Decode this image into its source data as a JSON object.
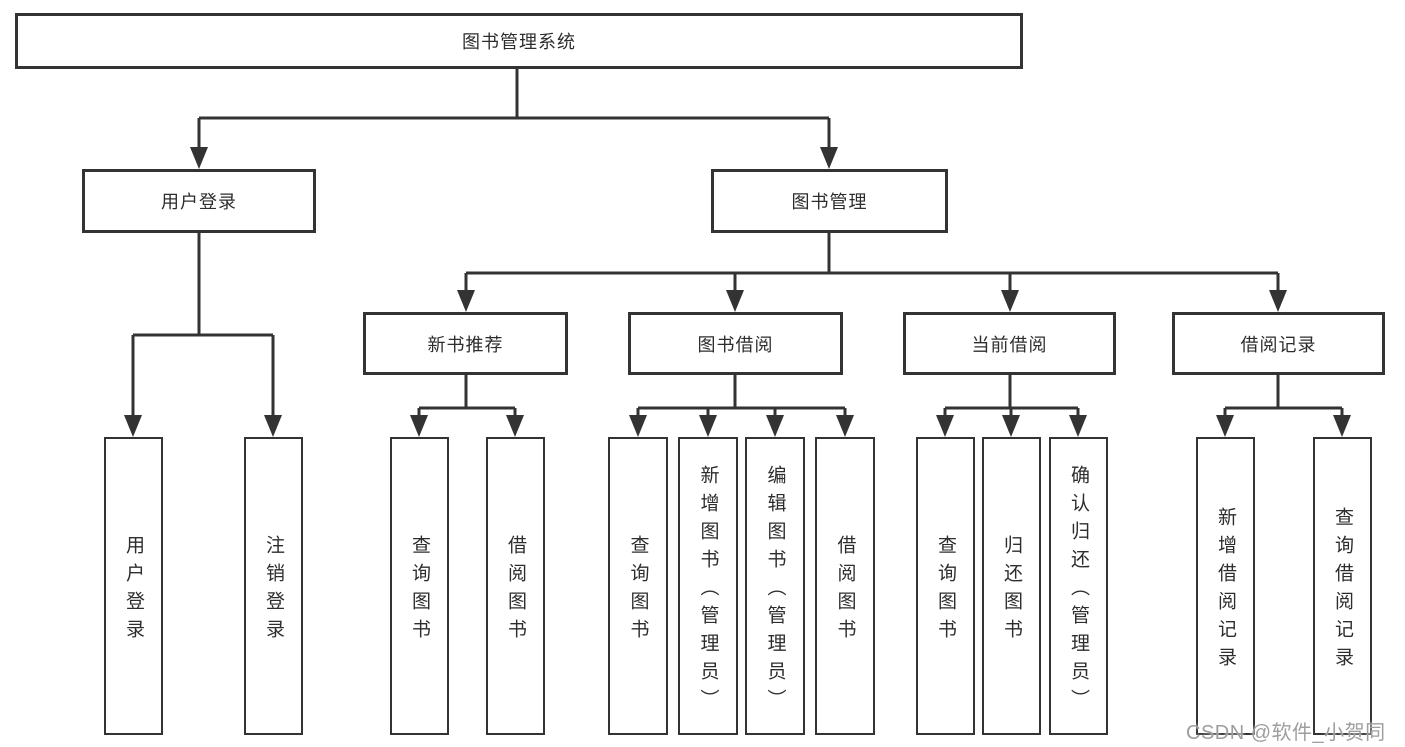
{
  "diagram": {
    "title": "图书管理系统",
    "groups": [
      {
        "label": "用户登录",
        "children": [
          {
            "label": "用户登录"
          },
          {
            "label": "注销登录"
          }
        ]
      },
      {
        "label": "图书管理",
        "sections": [
          {
            "label": "新书推荐",
            "children": [
              {
                "label": "查询图书"
              },
              {
                "label": "借阅图书"
              }
            ]
          },
          {
            "label": "图书借阅",
            "children": [
              {
                "label": "查询图书"
              },
              {
                "label": "新增图书（管理员）"
              },
              {
                "label": "编辑图书（管理员）"
              },
              {
                "label": "借阅图书"
              }
            ]
          },
          {
            "label": "当前借阅",
            "children": [
              {
                "label": "查询图书"
              },
              {
                "label": "归还图书"
              },
              {
                "label": "确认归还（管理员）"
              }
            ]
          },
          {
            "label": "借阅记录",
            "children": [
              {
                "label": "新增借阅记录"
              },
              {
                "label": "查询借阅记录"
              }
            ]
          }
        ]
      }
    ]
  },
  "watermark": {
    "text": "CSDN @软件_小贺同学"
  },
  "colors": {
    "line": "#333333",
    "text": "#2d2d2d",
    "watermark": "#9e9e9e",
    "background": "#ffffff"
  }
}
